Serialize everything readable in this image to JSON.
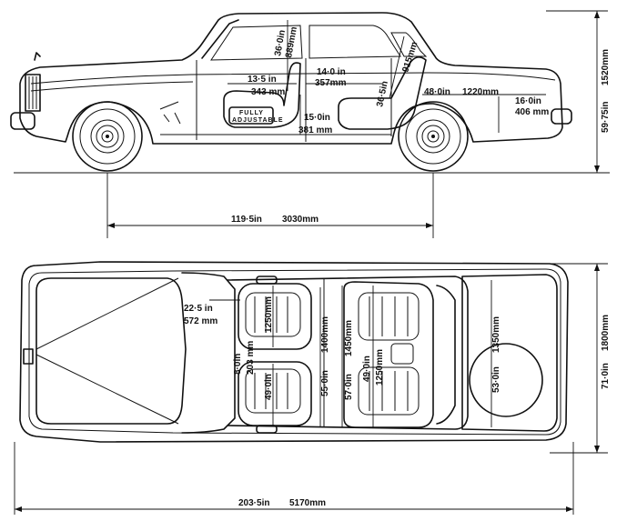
{
  "side_view": {
    "headroom_front": {
      "inches": "36·0in",
      "mm": "889mm"
    },
    "headroom_rear": {
      "inches": "36·5in",
      "mm": "915mm"
    },
    "front_seat_height": {
      "inches": "13·5 in",
      "mm": "343 mm"
    },
    "rear_seat_height": {
      "inches": "14·0 in",
      "mm": "357mm"
    },
    "seat_depth": {
      "inches": "15·0in",
      "mm": "381 mm"
    },
    "overall_width_ref": {
      "inches": "48·0in",
      "mm": "1220mm"
    },
    "boot_height": {
      "inches": "16·0in",
      "mm": "406 mm"
    },
    "badge_line1": "FULLY",
    "badge_line2": "ADJUSTABLE",
    "wheelbase": {
      "inches": "119·5in",
      "mm": "3030mm"
    },
    "overall_height": {
      "inches": "59·75in",
      "mm": "1520mm"
    }
  },
  "top_view": {
    "front_legroom": {
      "inches": "22·5 in",
      "mm": "572 mm"
    },
    "front_seat_width": {
      "inches": "49·0in",
      "mm": "1250mm"
    },
    "front_gap": {
      "inches": "8·0in",
      "mm": "203 mm"
    },
    "front_shoulder": {
      "inches": "55·0in",
      "mm": "1400mm"
    },
    "rear_shoulder": {
      "inches": "57·0in",
      "mm": "1450mm"
    },
    "rear_seat_width": {
      "inches": "49·0in",
      "mm": "1250mm"
    },
    "boot_width": {
      "inches": "53·0in",
      "mm": "1350mm"
    },
    "overall_width": {
      "inches": "71·0in",
      "mm": "1800mm"
    },
    "overall_length": {
      "inches": "203·5in",
      "mm": "5170mm"
    }
  }
}
